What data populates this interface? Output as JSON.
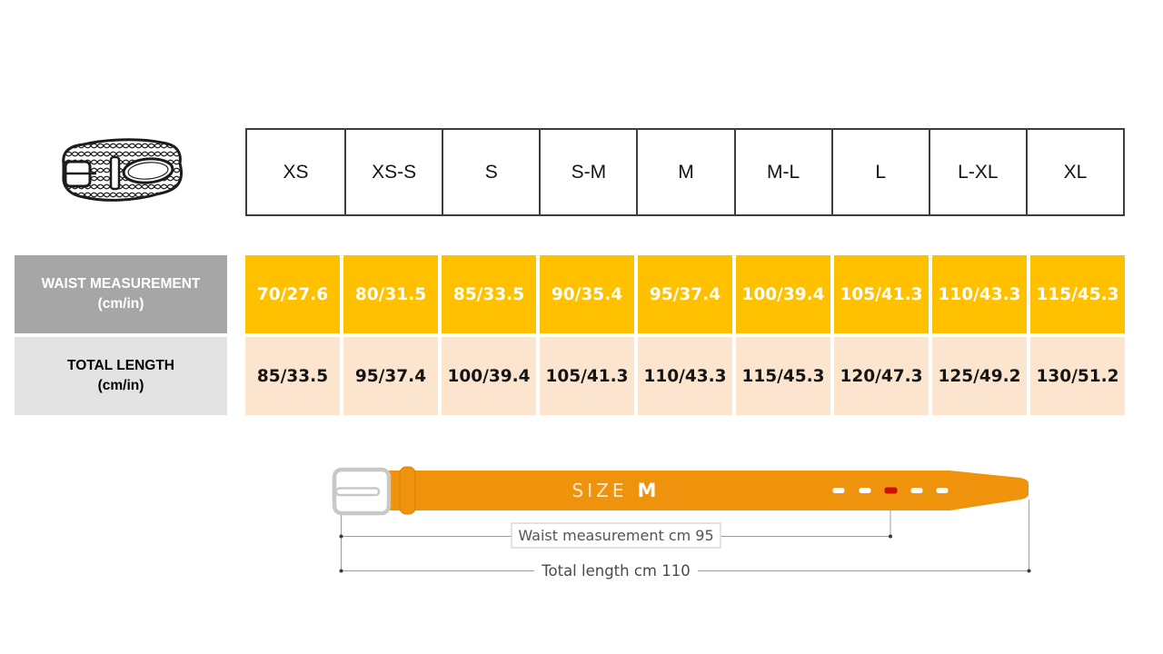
{
  "chart_data": {
    "type": "table",
    "categories": [
      "XS",
      "XS-S",
      "S",
      "S-M",
      "M",
      "M-L",
      "L",
      "L-XL",
      "XL"
    ],
    "series": [
      {
        "name": "WAIST MEASUREMENT (cm/in)",
        "values": [
          "70/27.6",
          "80/31.5",
          "85/33.5",
          "90/35.4",
          "95/37.4",
          "100/39.4",
          "105/41.3",
          "110/43.3",
          "115/45.3"
        ]
      },
      {
        "name": "TOTAL LENGTH (cm/in)",
        "values": [
          "85/33.5",
          "95/37.4",
          "100/39.4",
          "105/41.3",
          "110/43.3",
          "115/45.3",
          "120/47.3",
          "125/49.2",
          "130/51.2"
        ]
      }
    ],
    "legend_position": "left",
    "grid": "header row bordered; value rows as colored cells separated by white gaps"
  },
  "table": {
    "row_labels": [
      {
        "line1": "WAIST MEASUREMENT",
        "line2": "(cm/in)"
      },
      {
        "line1": "TOTAL LENGTH",
        "line2": "(cm/in)"
      }
    ]
  },
  "diagram": {
    "size_label": "SIZE",
    "size_value": "M",
    "waist_text": "Waist measurement cm 95",
    "total_text": "Total length cm 110",
    "hole_count": 5,
    "selected_hole": 3
  },
  "icons": {
    "corner_image": "braided-belt-icon",
    "buckle": "belt-buckle-icon",
    "holes": "belt-hole-icon"
  },
  "colors": {
    "waist_row_bg": "#ffc000",
    "length_row_bg": "#fbe5ce",
    "waist_label_bg": "#a6a6a6",
    "length_label_bg": "#e3e3e3",
    "table_border": "#3d3d3d",
    "belt_orange": "#ee930b",
    "selected_hole_red": "#cc1100",
    "dimension_line_gray": "#9e9e9e"
  }
}
